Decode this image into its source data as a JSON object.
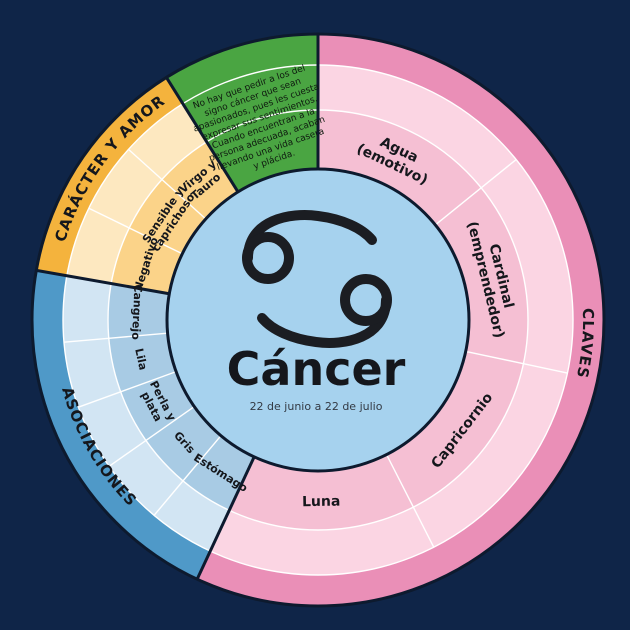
{
  "colors": {
    "background": "#0f2548",
    "center": "#a6d2ee",
    "claves": "#ea8fb7",
    "claves_cells": "#fbd5e3",
    "claves_inner": "#f5bfd3",
    "caracter": "#f4b33d",
    "caracter_cells": "#fde8c0",
    "caracter_inner": "#fbd389",
    "asociaciones": "#4f99c8",
    "asociaciones_cells": "#d2e5f3",
    "asociaciones_inner": "#a8cbe4",
    "green": "#4aa542",
    "green_cells": "#3f9a3a",
    "outline": "#0d1a2e",
    "symbol": "#1b1d22"
  },
  "center": {
    "symbol_icon": "cancer-glyph-icon",
    "title": "Cáncer",
    "dates": "22 de junio a 22 de julio"
  },
  "bands": {
    "claves": "CLAVES",
    "caracter": "CARÁCTER Y AMOR",
    "asociaciones": "ASOCIACIONES"
  },
  "claves": [
    {
      "main": "Agua",
      "sub": "(emotivo)"
    },
    {
      "main": "Cardinal",
      "sub": "(emprendedor)"
    },
    {
      "main": "Capricornio",
      "sub": ""
    },
    {
      "main": "Luna",
      "sub": ""
    }
  ],
  "caracter": [
    {
      "lines": [
        "Virgo y",
        "Tauro"
      ]
    },
    {
      "lines": [
        "Sensible y",
        "caprichoso"
      ]
    },
    {
      "lines": [
        "Negativo"
      ]
    }
  ],
  "asociaciones": [
    {
      "lines": [
        "Cangrejo"
      ]
    },
    {
      "lines": [
        "Lila"
      ]
    },
    {
      "lines": [
        "Perla y",
        "plata"
      ]
    },
    {
      "lines": [
        "Gris"
      ]
    },
    {
      "lines": [
        "Estómago"
      ]
    }
  ],
  "green_text": [
    "No hay que pedir a los del",
    "signo cáncer que sean",
    "apasionados, pues les cuesta",
    "expresar sus sentimientos.",
    "Cuando encuentran a la",
    "persona adecuada, acaban",
    "llevando una vida casera",
    "y plácida."
  ]
}
